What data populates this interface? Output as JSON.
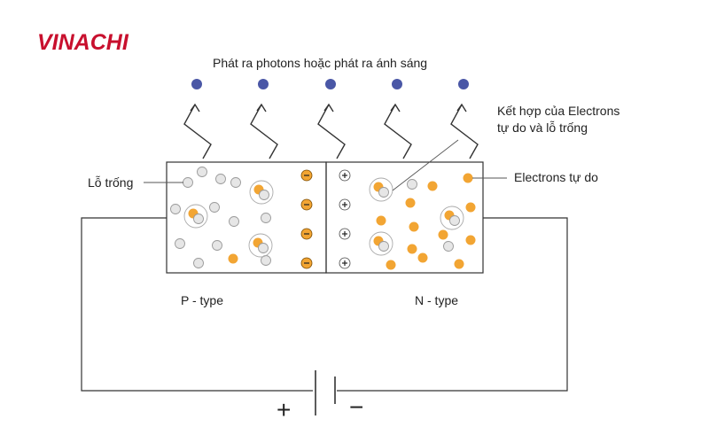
{
  "logo": {
    "text": "VINACHI",
    "color": "#c8102e"
  },
  "labels": {
    "emission": "Phát ra photons hoặc phát ra ánh sáng",
    "recombination_line1": "Kết hợp của Electrons",
    "recombination_line2": "tự do và lỗ trống",
    "hole": "Lỗ trống",
    "free_electron": "Electrons tự do",
    "p_type": "P - type",
    "n_type": "N - type",
    "plus": "+",
    "minus": "−"
  },
  "colors": {
    "photon": "#4a57a6",
    "electron": "#f2a533",
    "hole_fill": "#e6e6e6",
    "hole_stroke": "#9a9a9a",
    "line": "#333333"
  },
  "ions": {
    "negative_symbol": "−",
    "positive_symbol": "+"
  }
}
